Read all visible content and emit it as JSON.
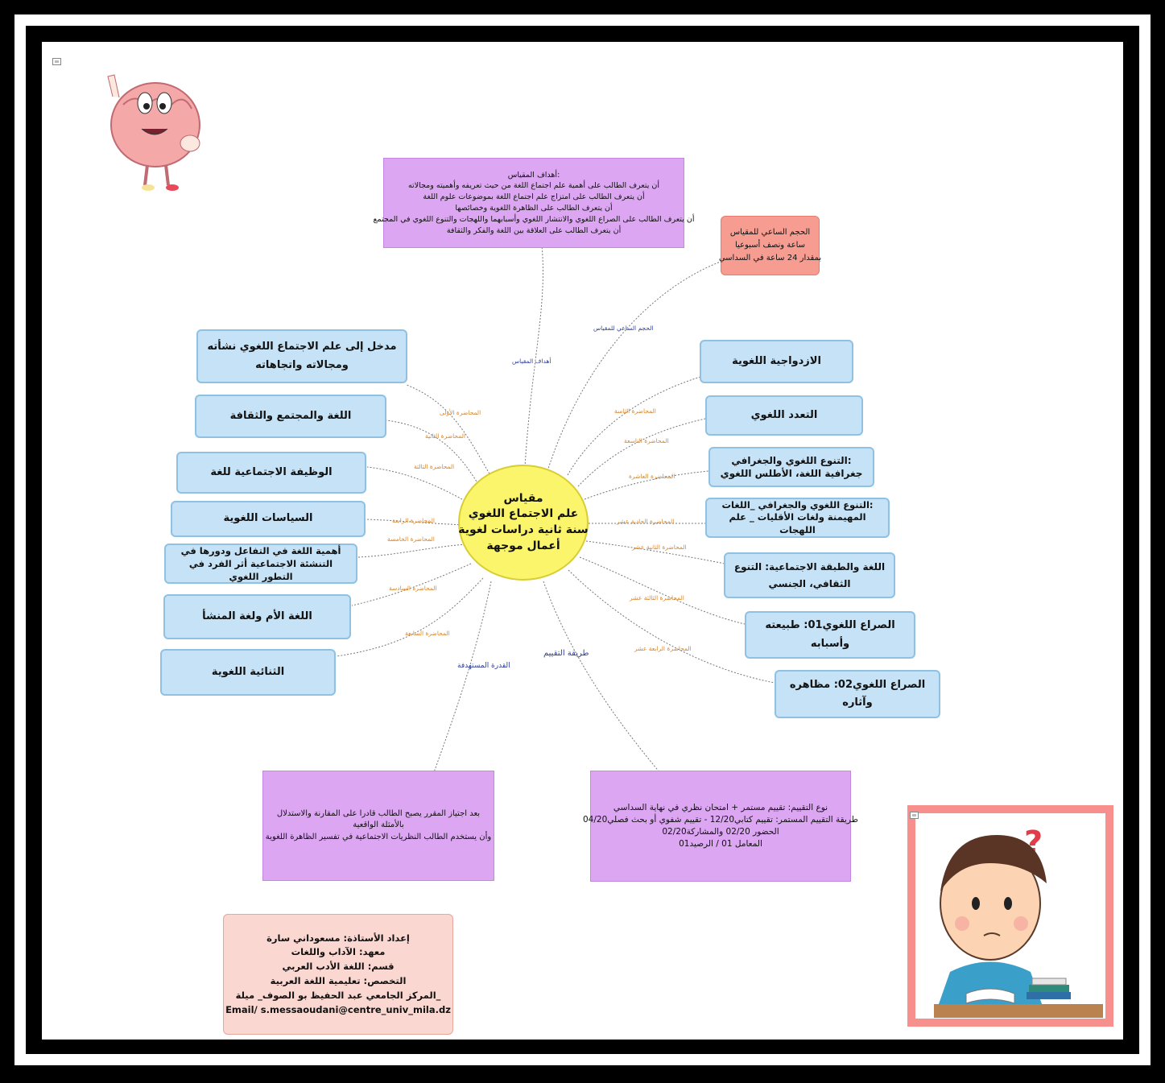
{
  "center": {
    "lines": [
      "مقياس",
      "علم الاجتماع اللغوي",
      "سنة ثانية دراسات لغوية",
      "أعمال موجهة"
    ]
  },
  "goals_box": {
    "lines": [
      ":أهداف المقياس",
      "أن يتعرف الطالب على أهمية علم اجتماع اللغة من حيث تعريفه وأهميته ومجالاته",
      "أن يتعرف الطالب على امتزاج علم اجتماع اللغة بموضوعات علوم اللغة",
      "أن يتعرف الطالب على الظاهرة اللغوية وخصائصها",
      "أن يتعرف الطالب على الصراع اللغوي والانتشار اللغوي وأسبابهما واللهجات والتنوع اللغوي في المجتمع",
      "أن يتعرف الطالب على العلاقة بين اللغة والفكر والثقافة"
    ]
  },
  "hours_box": {
    "lines": [
      "الحجم الساعي للمقياس",
      "ساعة ونصف أسبوعيا",
      "بمقدار 24 ساعة في السداسي"
    ]
  },
  "competence_box": {
    "lines": [
      "بعد اجتياز المقرر يصبح الطالب قادرا على المقارنة والاستدلال",
      "بالأمثلة الواقعية",
      "وأن يستخدم الطالب النظريات الاجتماعية في تفسير الظاهرة اللغوية"
    ]
  },
  "evaluation_box": {
    "lines": [
      "نوع التقييم: تقييم مستمر + امتحان نظري في نهاية السداسي",
      "طريقة التقييم المستمر: تقييم كتابي12/20 - تقييم شفوي أو بحث فصلي04/20",
      "الحضور 02/20 والمشاركة02/20",
      "المعامل 01 / الرصيد01"
    ]
  },
  "author_box": {
    "lines": [
      "إعداد الأستاذة: مسعوداني سارة",
      "معهد: الآداب واللغات",
      "قسم: اللغة الأدب العربي",
      "التخصص: تعليمية اللغة العربية",
      "_المركز الجامعي عبد الحفيظ بو الصوف_ ميلة",
      "Email/   s.messaoudani@centre_univ_mila.dz"
    ]
  },
  "left_topics": [
    "مدخل إلى علم الاجتماع اللغوي نشأته ومجالاته واتجاهاته",
    "اللغة والمجتمع والثقافة",
    "الوظيفة الاجتماعية للغة",
    "السياسات اللغوية",
    "أهمية اللغة في التفاعل ودورها في التنشئة الاجتماعية أثر الفرد في التطور اللغوي",
    "اللغة الأم ولغة المنشأ",
    "الثنائية اللغوية"
  ],
  "right_topics": [
    "الازدواجية اللغوية",
    "التعدد اللغوي",
    ":التنوع اللغوي والجغرافي جغرافية اللغة، الأطلس اللغوي",
    ":التنوع اللغوي والجغرافي _اللغات المهيمنة ولغات الأقليات _ علم اللهجات",
    "اللغة والطبقة الاجتماعية: التنوع الثقافي، الجنسي",
    "الصراع اللغوي01: طبيعته وأسبابه",
    "الصراع اللغوي02: مظاهره وآثاره"
  ],
  "edge_labels": {
    "goals": "أهداف المقياس",
    "hours": "الحجم الساعي للمقياس",
    "competence": "القدرة المستهدفة",
    "evaluation": "طريقة التقييم",
    "left": [
      "المحاضرة الأولى",
      "المحاضرة الثانية",
      "المحاضرة الثالثة",
      "المحاضرة الرابعة",
      "المحاضرة الخامسة",
      "المحاضرة السادسة",
      "المحاضرة السابعة"
    ],
    "right": [
      "المحاضرة الثامنة",
      "المحاضرة التاسعة",
      "المحاضرة العاشرة",
      "المحاضرة الحادية عشر",
      "المحاضرة الثانية عشر",
      "المحاضرة الثالثة عشر",
      "المحاضرة الرابعة عشر"
    ]
  },
  "colors": {
    "blue_node": "#c5e2f6",
    "purple_node": "#dca6f3",
    "salmon_node": "#f69c91",
    "pink_node": "#fbd7d1",
    "center_node": "#fbf56c",
    "lecture_label": "#d9862a",
    "branch_label": "#2c3f9e"
  },
  "icons": [
    "brain-mascot-illustration",
    "thinking-student-illustration",
    "image-placeholder-icon"
  ]
}
